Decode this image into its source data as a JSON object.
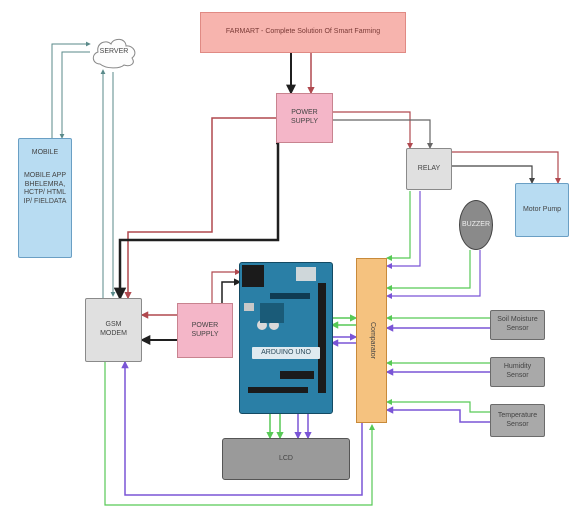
{
  "diagram": {
    "title": "FARMART - Complete Solution Of Smart Farming",
    "server": "SERVER",
    "mobile": {
      "title": "MOBILE",
      "details": "MOBILE APP\nBHELEMRA,\nHCTP/ HTML\nIP/ FIELDATA"
    },
    "power_supply_top": "POWER\nSUPPLY",
    "relay": "RELAY",
    "motor_pump": "Motor Pump",
    "buzzer": "BUZZER",
    "gsm_modem": "GSM\nMODEM",
    "power_supply_mid": "POWER\nSUPPLY",
    "arduino": "ARDUINO UNO",
    "comparator": "Comparator",
    "sensors": [
      {
        "label": "Soil Moisture\nSensor"
      },
      {
        "label": "Humidity\nSensor"
      },
      {
        "label": "Temperature\nSensor"
      }
    ],
    "lcd": "LCD"
  },
  "colors": {
    "wire_green": "#57c956",
    "wire_purple": "#7a55d6",
    "wire_red": "#b0494f",
    "wire_black": "#1f1f1f",
    "wire_grey": "#5a8a8a"
  }
}
